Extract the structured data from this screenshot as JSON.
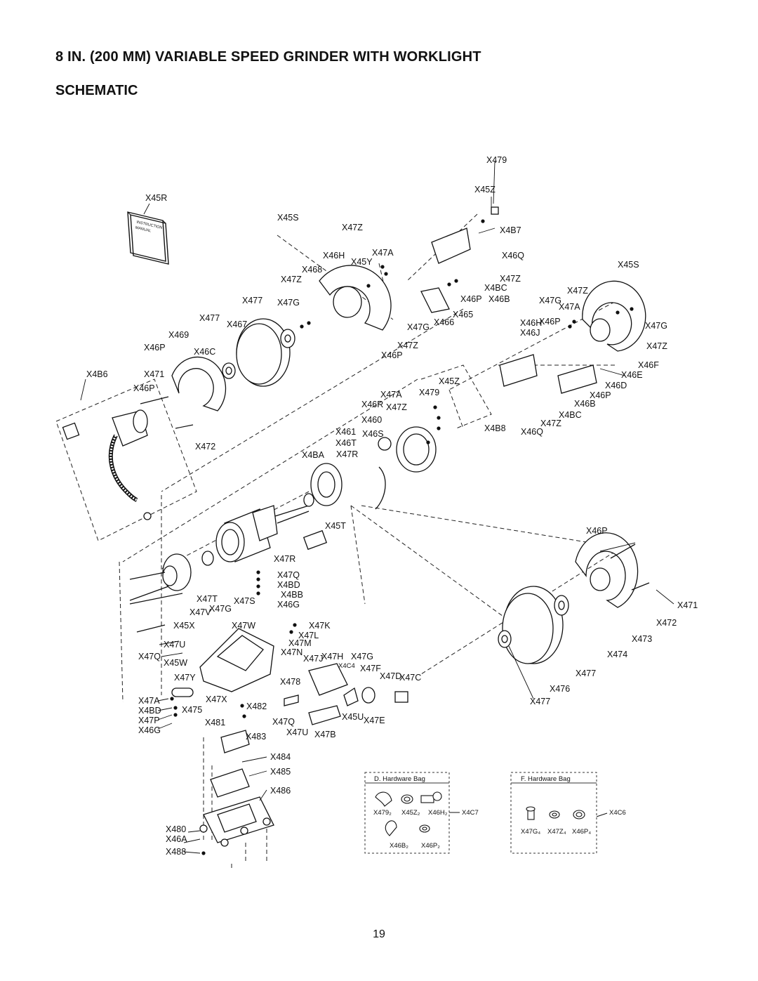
{
  "header": {
    "title": "8 IN. (200 MM) VARIABLE SPEED GRINDER WITH WORKLIGHT",
    "subtitle": "SCHEMATIC"
  },
  "manual_icon": {
    "lines": [
      "INSTRUCTION",
      "MANUAL"
    ]
  },
  "part_labels": [
    "X479",
    "X45Z",
    "X4B7",
    "X45R",
    "X45S",
    "X47Z",
    "X47A",
    "X46H",
    "X45Y",
    "X468",
    "X46Q",
    "X45S",
    "X47Z",
    "X47Z",
    "X4BC",
    "X477",
    "X47G",
    "X46P",
    "X46B",
    "X47G",
    "X47Z",
    "X47A",
    "X477",
    "X467",
    "X465",
    "X466",
    "X47G",
    "X46H",
    "X46P",
    "X46J",
    "X47G",
    "X469",
    "X47Z",
    "X46P",
    "X46C",
    "X46P",
    "X47Z",
    "X4B6",
    "X471",
    "X46F",
    "X46E",
    "X46P",
    "X45Z",
    "X46D",
    "X47A",
    "X479",
    "X46P",
    "X46R",
    "X47Z",
    "X46B",
    "X460",
    "X4BC",
    "X461",
    "X46S",
    "X47Z",
    "X4B8",
    "X46Q",
    "X472",
    "X46T",
    "X4BA",
    "X47R",
    "X45T",
    "X46P",
    "X47R",
    "X47Q",
    "X4BD",
    "X47T",
    "X47S",
    "X4BB",
    "X46G",
    "X47V",
    "X47G",
    "X45X",
    "X47W",
    "X47K",
    "X47L",
    "X47U",
    "X47M",
    "X47Q",
    "X47N",
    "X47J",
    "X47H",
    "X47G",
    "X45W",
    "X4C4",
    "X47F",
    "X47D",
    "X47C",
    "X47Y",
    "X478",
    "X47A",
    "X47X",
    "X482",
    "X4BD",
    "X475",
    "X47P",
    "X481",
    "X46G",
    "X47Q",
    "X45U",
    "X47E",
    "X483",
    "X47U",
    "X47B",
    "X471",
    "X472",
    "X473",
    "X474",
    "X477",
    "X476",
    "X477",
    "X484",
    "X485",
    "X486",
    "X480",
    "X46A",
    "X488"
  ],
  "hardware_bags": [
    {
      "title": "D. Hardware Bag",
      "items": [
        "X479₂",
        "X45Z₂",
        "X46H₂",
        "X46B₂",
        "X46P₂"
      ],
      "callout": "X4C7"
    },
    {
      "title": "F. Hardware Bag",
      "items": [
        "X47G₄",
        "X47Z₄",
        "X46P₄"
      ],
      "callout": "X4C6"
    }
  ],
  "page_number": "19"
}
